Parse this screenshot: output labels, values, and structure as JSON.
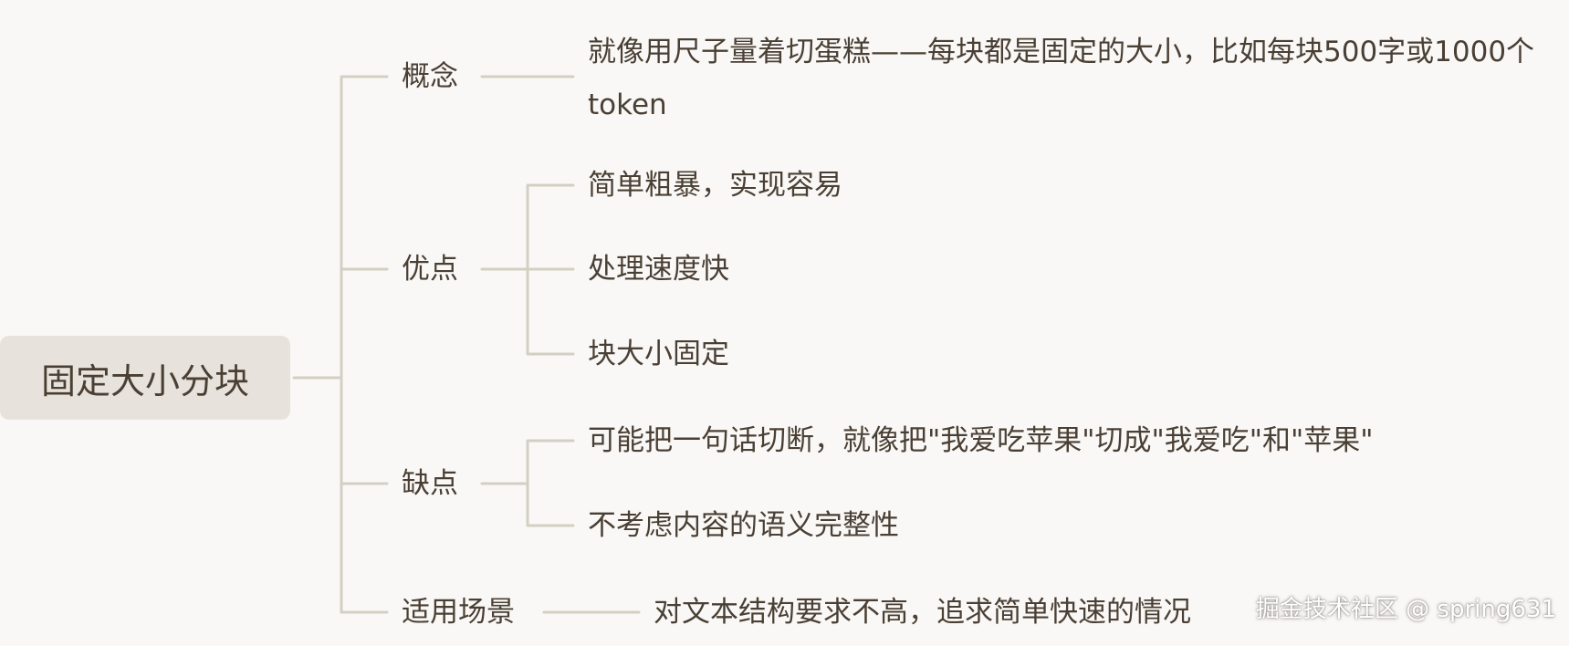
{
  "root": {
    "label": "固定大小分块"
  },
  "branches": {
    "concept": {
      "label": "概念",
      "items": [
        "就像用尺子量着切蛋糕——每块都是固定的大小，比如每块500字或1000个token"
      ]
    },
    "pros": {
      "label": "优点",
      "items": [
        "简单粗暴，实现容易",
        "处理速度快",
        "块大小固定"
      ]
    },
    "cons": {
      "label": "缺点",
      "items": [
        "可能把一句话切断，就像把\"我爱吃苹果\"切成\"我爱吃\"和\"苹果\"",
        "不考虑内容的语义完整性"
      ]
    },
    "scenario": {
      "label": "适用场景",
      "items": [
        "对文本结构要求不高，追求简单快速的情况"
      ]
    }
  },
  "watermark": "掘金技术社区 @ spring631"
}
